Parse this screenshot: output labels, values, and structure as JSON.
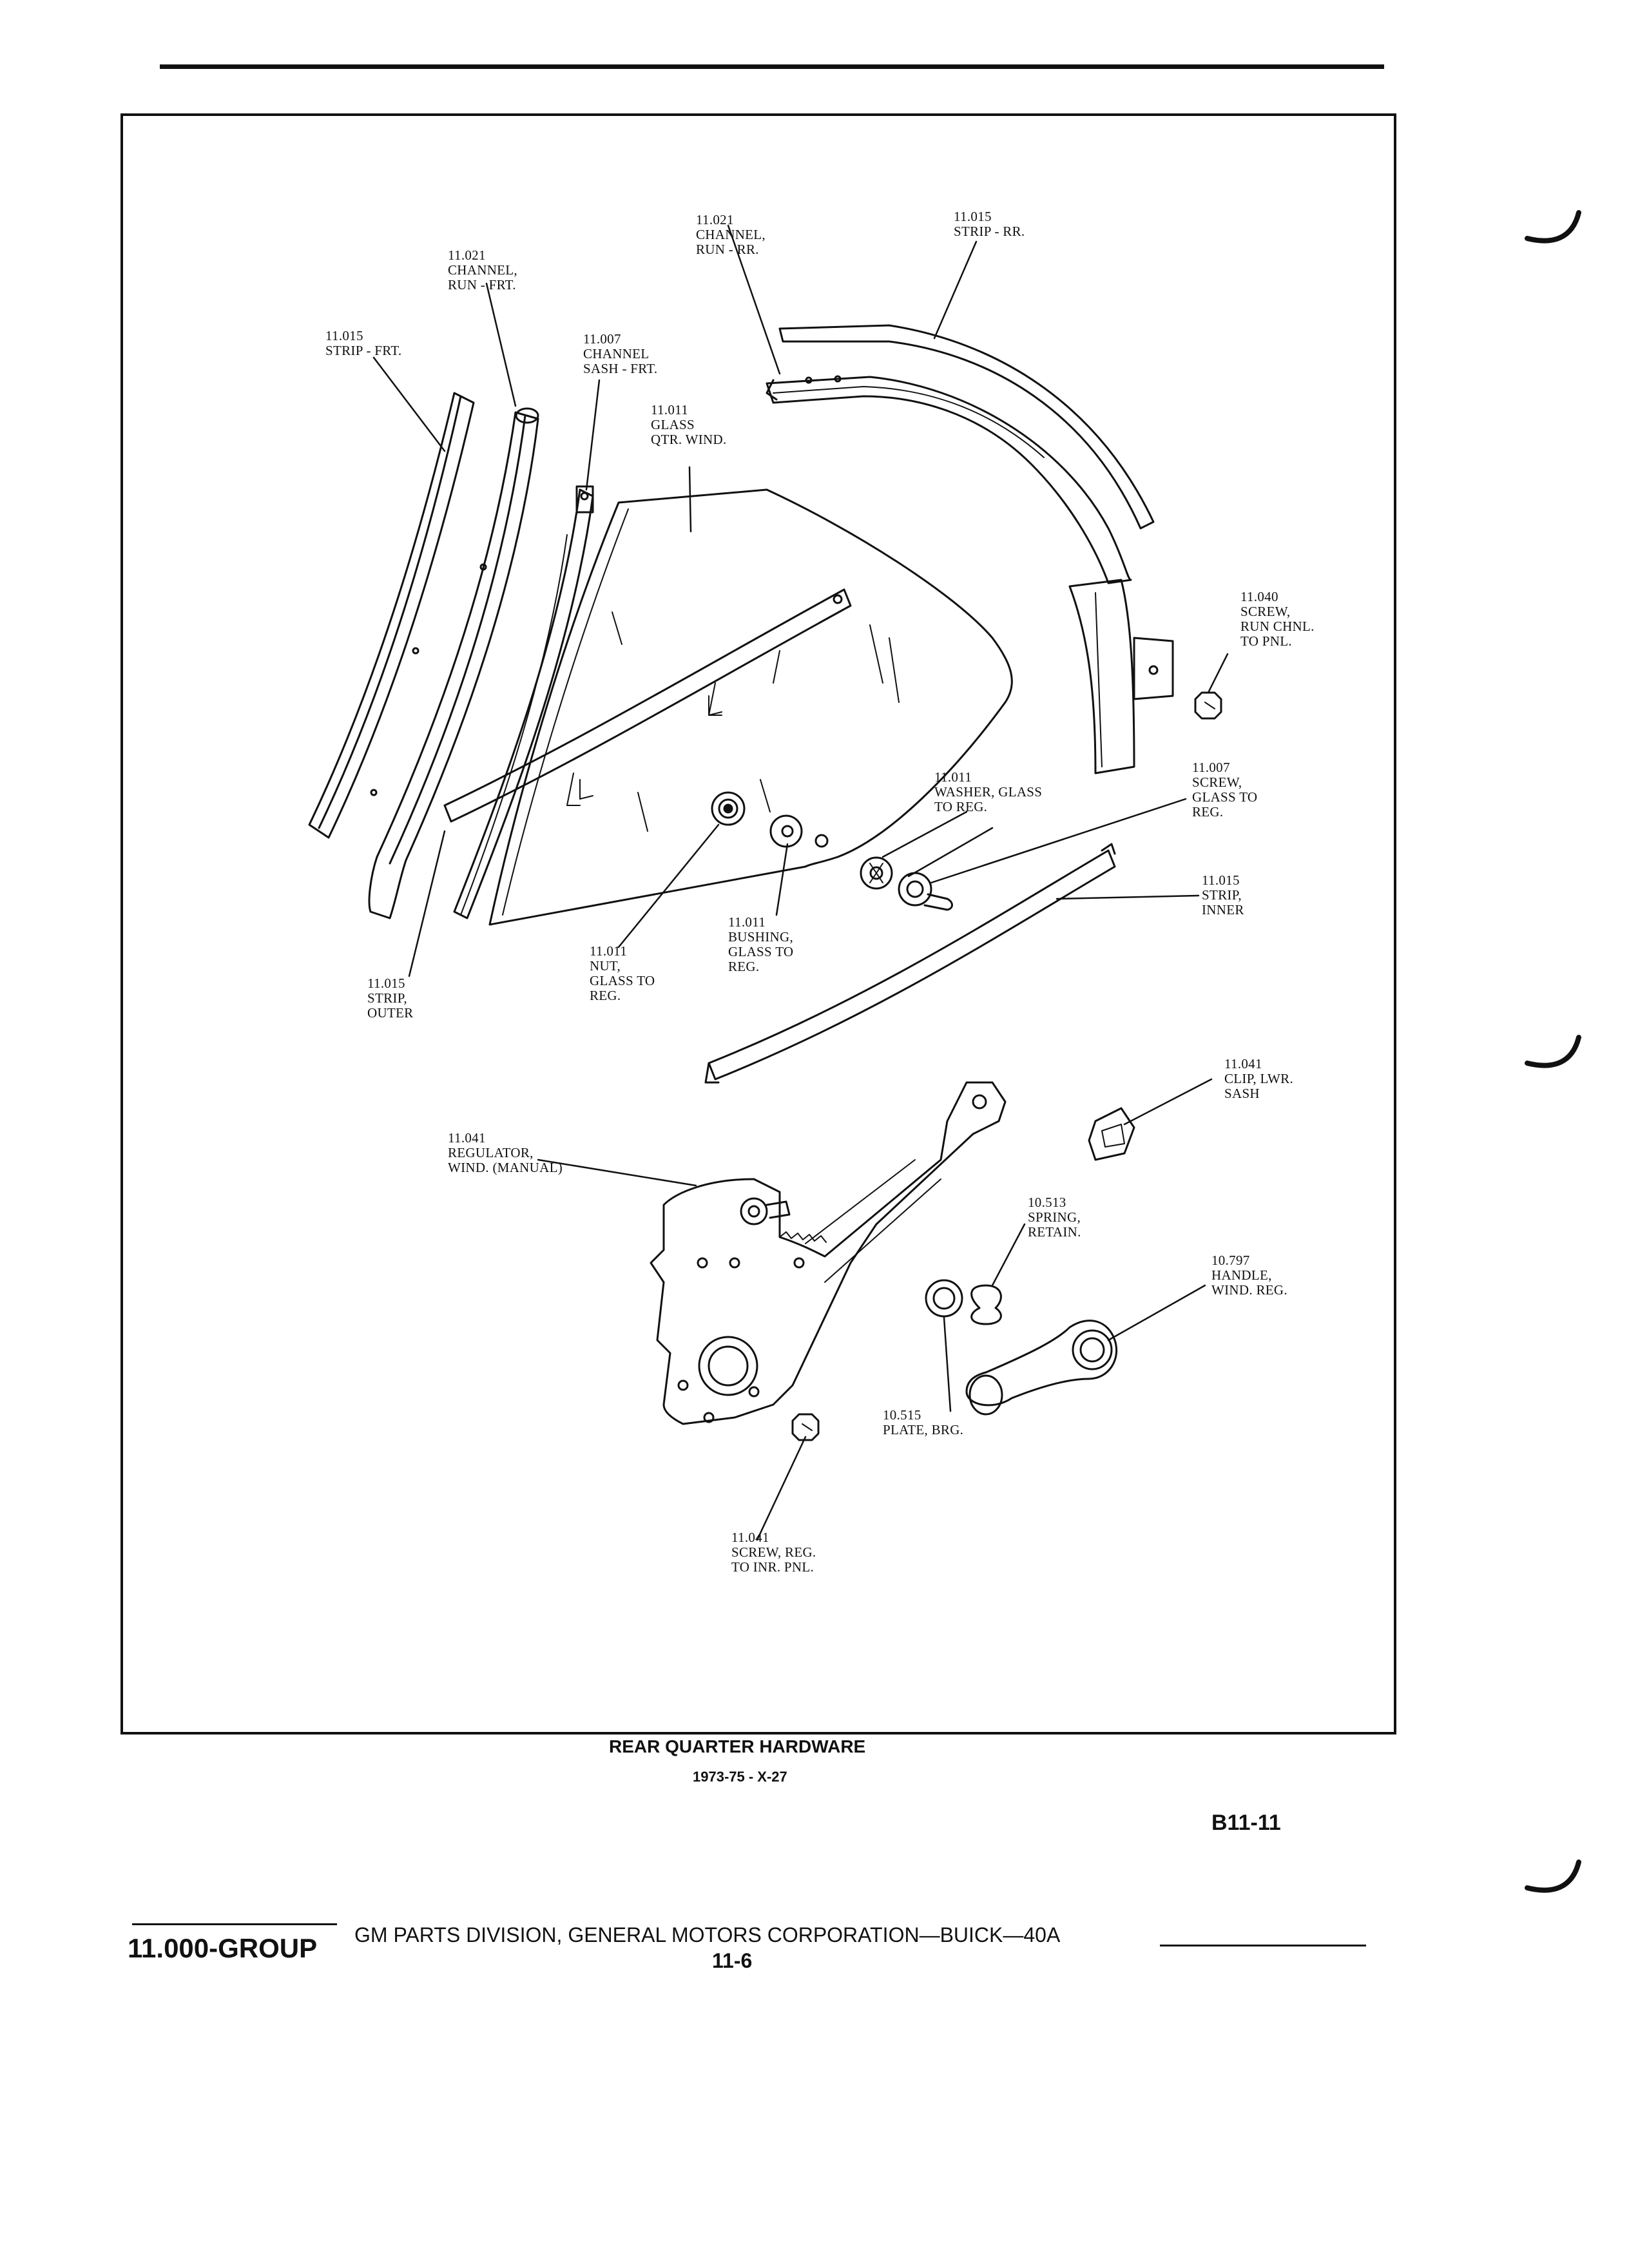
{
  "callouts": [
    {
      "id": "strip-frt",
      "lines": [
        "11.015",
        "STRIP - FRT."
      ]
    },
    {
      "id": "channel-run-frt",
      "lines": [
        "11.021",
        "CHANNEL,",
        "RUN - FRT."
      ]
    },
    {
      "id": "channel-sash-frt",
      "lines": [
        "11.007",
        "CHANNEL",
        "SASH - FRT."
      ]
    },
    {
      "id": "glass-qtr-wind",
      "lines": [
        "11.011",
        "GLASS",
        "QTR. WIND."
      ]
    },
    {
      "id": "channel-run-rr",
      "lines": [
        "11.021",
        "CHANNEL,",
        "RUN - RR."
      ]
    },
    {
      "id": "strip-rr",
      "lines": [
        "11.015",
        "STRIP - RR."
      ]
    },
    {
      "id": "screw-run-chnl",
      "lines": [
        "11.040",
        "SCREW,",
        "RUN CHNL.",
        "TO PNL."
      ]
    },
    {
      "id": "screw-glass-to-reg",
      "lines": [
        "11.007",
        "SCREW,",
        "GLASS TO",
        "REG."
      ]
    },
    {
      "id": "washer-glass-to-reg",
      "lines": [
        "11.011",
        "WASHER, GLASS",
        "TO REG."
      ]
    },
    {
      "id": "strip-inner",
      "lines": [
        "11.015",
        "STRIP,",
        "INNER"
      ]
    },
    {
      "id": "bushing-glass-to-reg",
      "lines": [
        "11.011",
        "BUSHING,",
        "GLASS TO",
        "REG."
      ]
    },
    {
      "id": "nut-glass-to-reg",
      "lines": [
        "11.011",
        "NUT,",
        "GLASS TO",
        "REG."
      ]
    },
    {
      "id": "strip-outer",
      "lines": [
        "11.015",
        "STRIP,",
        "OUTER"
      ]
    },
    {
      "id": "clip-lwr-sash",
      "lines": [
        "11.041",
        "CLIP, LWR.",
        "SASH"
      ]
    },
    {
      "id": "regulator-wind",
      "lines": [
        "11.041",
        "REGULATOR,",
        "WIND. (MANUAL)"
      ]
    },
    {
      "id": "spring-retain",
      "lines": [
        "10.513",
        "SPRING,",
        "RETAIN."
      ]
    },
    {
      "id": "handle-wind-reg",
      "lines": [
        "10.797",
        "HANDLE,",
        "WIND. REG."
      ]
    },
    {
      "id": "plate-brg",
      "lines": [
        "10.515",
        "PLATE, BRG."
      ]
    },
    {
      "id": "screw-reg-to-inr-pnl",
      "lines": [
        "11.041",
        "SCREW, REG.",
        "TO INR. PNL."
      ]
    }
  ],
  "caption": {
    "title": "REAR QUARTER HARDWARE",
    "subtitle": "1973-75 - X-27"
  },
  "page_code": "B11-11",
  "footer": {
    "group": "11.000-GROUP",
    "publisher": "GM PARTS DIVISION, GENERAL MOTORS CORPORATION—BUICK—40A",
    "page_number": "11-6"
  }
}
